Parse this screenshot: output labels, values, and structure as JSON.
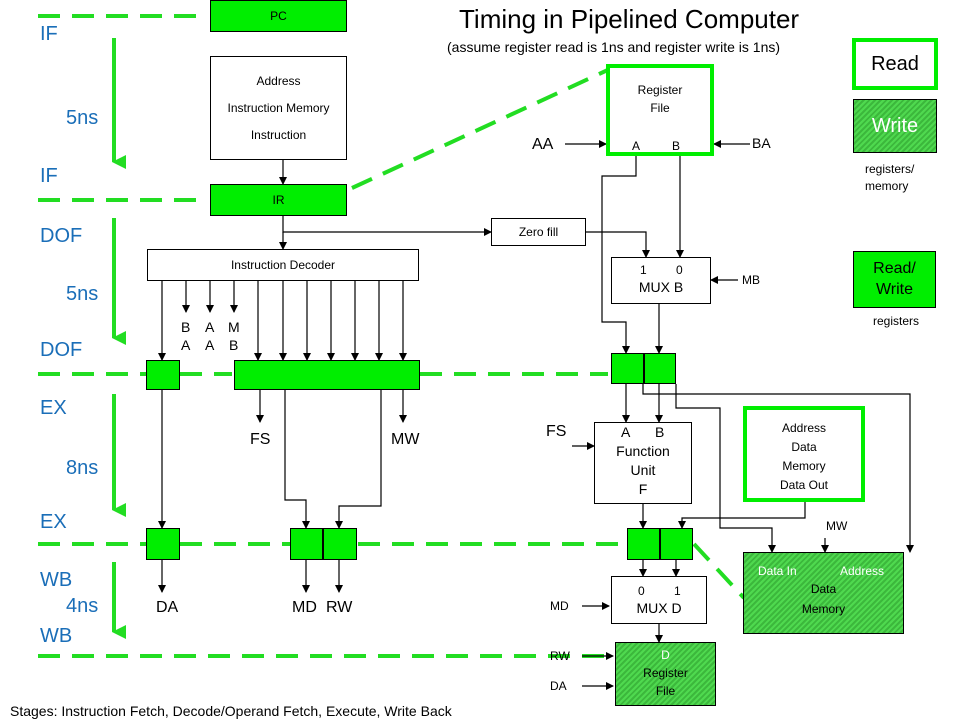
{
  "title": "Timing in Pipelined Computer",
  "subtitle": "(assume register read is 1ns and register write is 1ns)",
  "stages": {
    "if_top": "IF",
    "if_bot": "IF",
    "dof_top": "DOF",
    "dof_bot": "DOF",
    "ex_top": "EX",
    "ex_bot": "EX",
    "wb_top": "WB",
    "wb_bot": "WB"
  },
  "times": {
    "if": "5ns",
    "dof": "5ns",
    "ex": "8ns",
    "wb": "4ns"
  },
  "blocks": {
    "pc": "PC",
    "imem_address": "Address",
    "imem_name": "Instruction Memory",
    "imem_instruction": "Instruction",
    "ir": "IR",
    "decoder": "Instruction Decoder",
    "zero_fill": "Zero fill",
    "regfile_l1": "Register",
    "regfile_l2": "File",
    "regfile_a": "A",
    "regfile_b": "B",
    "muxb_1": "1",
    "muxb_0": "0",
    "muxb_name": "MUX B",
    "fu_a": "A",
    "fu_b": "B",
    "fu_l1": "Function",
    "fu_l2": "Unit",
    "fu_l3": "F",
    "dmem_address": "Address",
    "dmem_data": "Data",
    "dmem_memory": "Memory",
    "dmem_dataout": "Data Out",
    "dmem2_datain": "Data In",
    "dmem2_address": "Address",
    "dmem2_data": "Data",
    "dmem2_memory": "Memory",
    "muxd_0": "0",
    "muxd_1": "1",
    "muxd_name": "MUX D",
    "dreg_d": "D",
    "dreg_l1": "Register",
    "dreg_l2": "File"
  },
  "signals": {
    "aa": "AA",
    "ba": "BA",
    "mb": "MB",
    "dec_b": "B",
    "dec_a_top": "A",
    "dec_m": "M",
    "dec_a_bot": "A",
    "dec_a_bot2": "A",
    "dec_b_bot": "B",
    "fs_left": "FS",
    "mw_left": "MW",
    "fs_right": "FS",
    "mw_right": "MW",
    "da": "DA",
    "md": "MD",
    "rw": "RW",
    "md_right": "MD",
    "rw_right": "RW",
    "da_right": "DA"
  },
  "legend": {
    "read": "Read",
    "write": "Write",
    "write_note_1": "registers/",
    "write_note_2": "memory",
    "readwrite_1": "Read/",
    "readwrite_2": "Write",
    "readwrite_note": "registers"
  },
  "footer": "Stages: Instruction Fetch, Decode/Operand Fetch, Execute, Write Back",
  "colors": {
    "pipeline_green": "#00ee00",
    "stage_blue": "#1a6eb8",
    "dashed_green": "#22dd22"
  }
}
